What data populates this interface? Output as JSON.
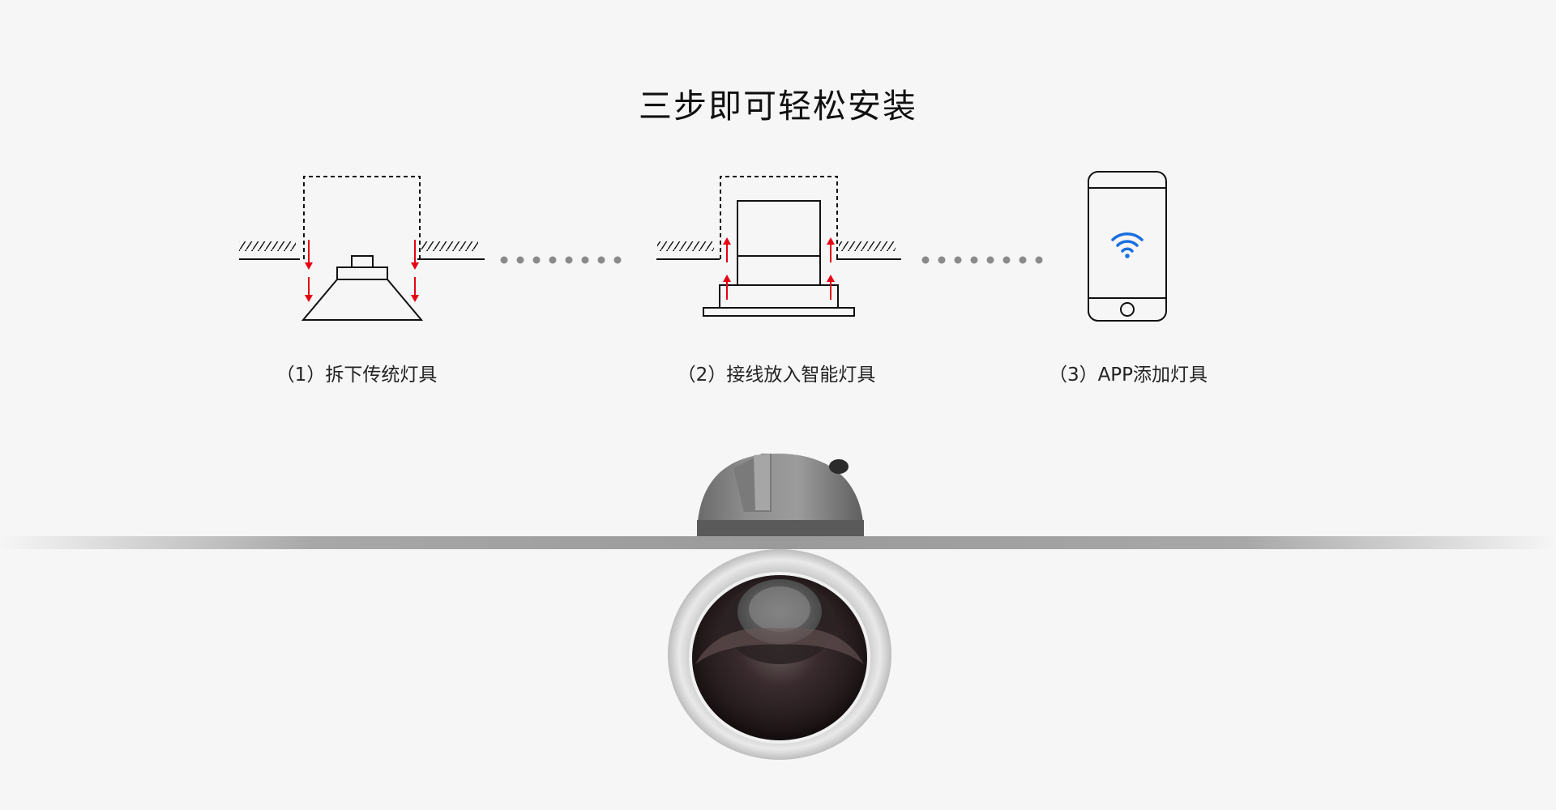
{
  "page": {
    "title": "三步即可轻松安装"
  },
  "steps": [
    {
      "number": "（1）",
      "label": "拆下传统灯具"
    },
    {
      "number": "（2）",
      "label": "接线放入智能灯具"
    },
    {
      "number": "（3）",
      "label": "APP添加灯具"
    }
  ],
  "colors": {
    "background": "#f6f6f6",
    "arrow": "#e60012",
    "wifi": "#1a6fe0",
    "line": "#111111",
    "dots": "#8a8a8a"
  },
  "icons": {
    "step1": "remove-old-fixture-diagram",
    "step2": "insert-smart-fixture-diagram",
    "step3": "smartphone-wifi-icon"
  }
}
